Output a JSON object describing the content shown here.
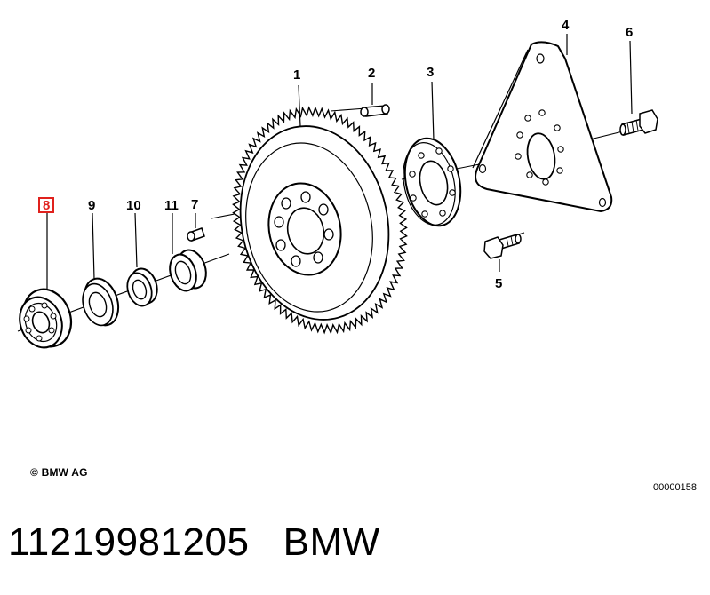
{
  "diagram": {
    "callouts": [
      "1",
      "2",
      "3",
      "4",
      "5",
      "6",
      "7",
      "8",
      "9",
      "10",
      "11"
    ],
    "highlighted_callout": "8",
    "highlight_color": "#e0211d"
  },
  "footer": {
    "copyright": "© BMW AG",
    "drawing_number": "00000158"
  },
  "caption": {
    "part_number": "11219981205",
    "brand": "BMW"
  }
}
